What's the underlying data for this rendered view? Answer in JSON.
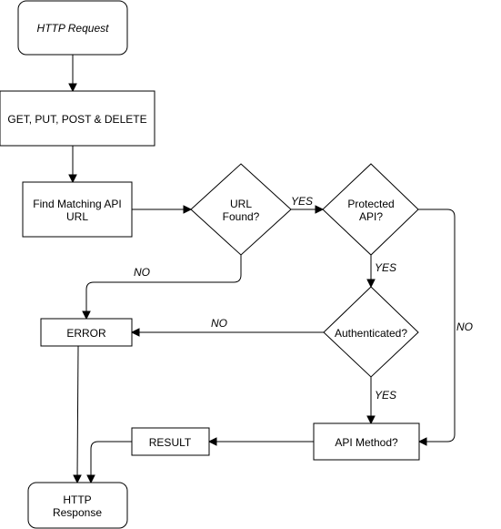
{
  "nodes": {
    "http_request": {
      "lines": [
        "HTTP Request"
      ]
    },
    "methods": {
      "lines": [
        "GET, PUT, POST & DELETE"
      ]
    },
    "find_api": {
      "lines": [
        "Find Matching API",
        "URL"
      ]
    },
    "url_found": {
      "lines": [
        "URL",
        "Found?"
      ]
    },
    "protected": {
      "lines": [
        "Protected",
        "API?"
      ]
    },
    "authenticated": {
      "lines": [
        "Authenticated?"
      ]
    },
    "error": {
      "lines": [
        "ERROR"
      ]
    },
    "api_method": {
      "lines": [
        "API Method?"
      ]
    },
    "result": {
      "lines": [
        "RESULT"
      ]
    },
    "http_response": {
      "lines": [
        "HTTP",
        "Response"
      ]
    }
  },
  "edge_labels": {
    "url_found_yes": "YES",
    "url_found_no": "NO",
    "protected_yes": "YES",
    "protected_no": "NO",
    "auth_no": "NO",
    "auth_yes": "YES"
  }
}
